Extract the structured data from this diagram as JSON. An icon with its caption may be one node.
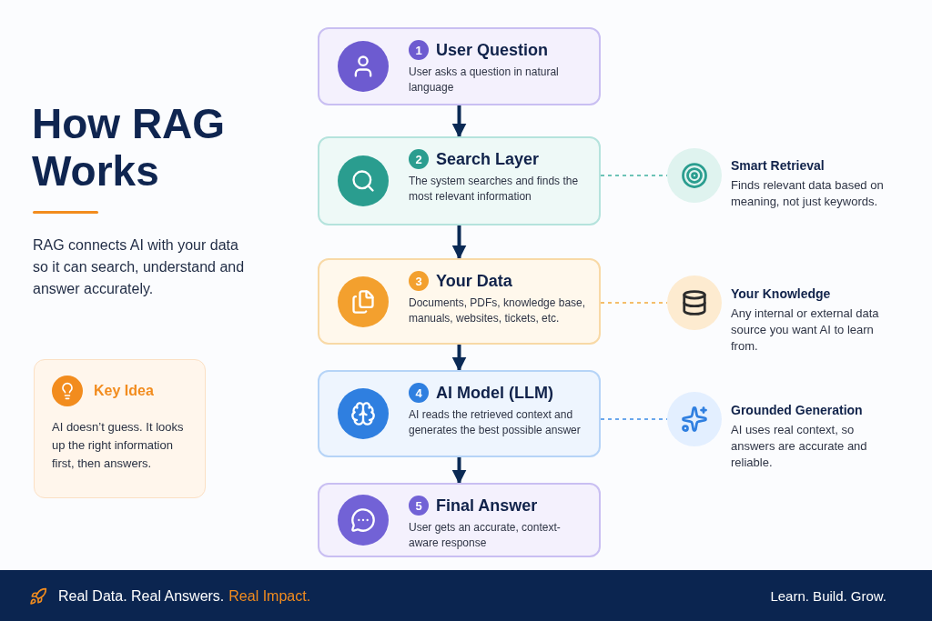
{
  "diagram": {
    "title": "How RAG Works",
    "nodes": [
      {
        "text": [
          "1",
          "User Question",
          "User asks a question in natural language"
        ]
      },
      {
        "text": [
          "2",
          "Search Layer",
          "The system searches and finds the most relevant information"
        ]
      },
      {
        "text": [
          "3",
          "Your Data",
          "Documents, PDFs, knowledge base, manuals, websites, tickets, etc."
        ]
      },
      {
        "text": [
          "4",
          "AI Model (LLM)",
          "AI reads the retrieved context and generates the best possible answer"
        ]
      },
      {
        "text": [
          "5",
          "Final Answer",
          "User gets an accurate, context-aware response"
        ]
      },
      {
        "text": [
          "Smart Retrieval",
          "Finds relevant data based on meaning, not just keywords."
        ]
      },
      {
        "text": [
          "Your Knowledge",
          "Any internal or external data source you want AI to learn from."
        ]
      },
      {
        "text": [
          "Grounded Generation",
          "AI uses real context, so answers are accurate and reliable."
        ]
      },
      {
        "text": [
          "Key Idea",
          "AI doesn’t guess. It looks up the right information first, then answers."
        ]
      }
    ],
    "edges": [
      {
        "from": 0,
        "to": 1,
        "arrow": "to"
      },
      {
        "from": 1,
        "to": 2,
        "arrow": "to"
      },
      {
        "from": 2,
        "to": 3,
        "arrow": "to"
      },
      {
        "from": 3,
        "to": 4,
        "arrow": "to"
      },
      {
        "from": 1,
        "to": 5,
        "arrow": "none",
        "style": "dashed",
        "color": "#3fb0a0"
      },
      {
        "from": 2,
        "to": 6,
        "arrow": "none",
        "style": "dashed",
        "color": "#f2a93b"
      },
      {
        "from": 3,
        "to": 7,
        "arrow": "none",
        "style": "dashed",
        "color": "#3b8ae6"
      }
    ],
    "labels": [
      "RAG connects AI with your data so it can search, understand and answer accurately.",
      "Real Data. Real Answers.",
      "Real Impact.",
      "Learn. Build. Grow."
    ]
  }
}
